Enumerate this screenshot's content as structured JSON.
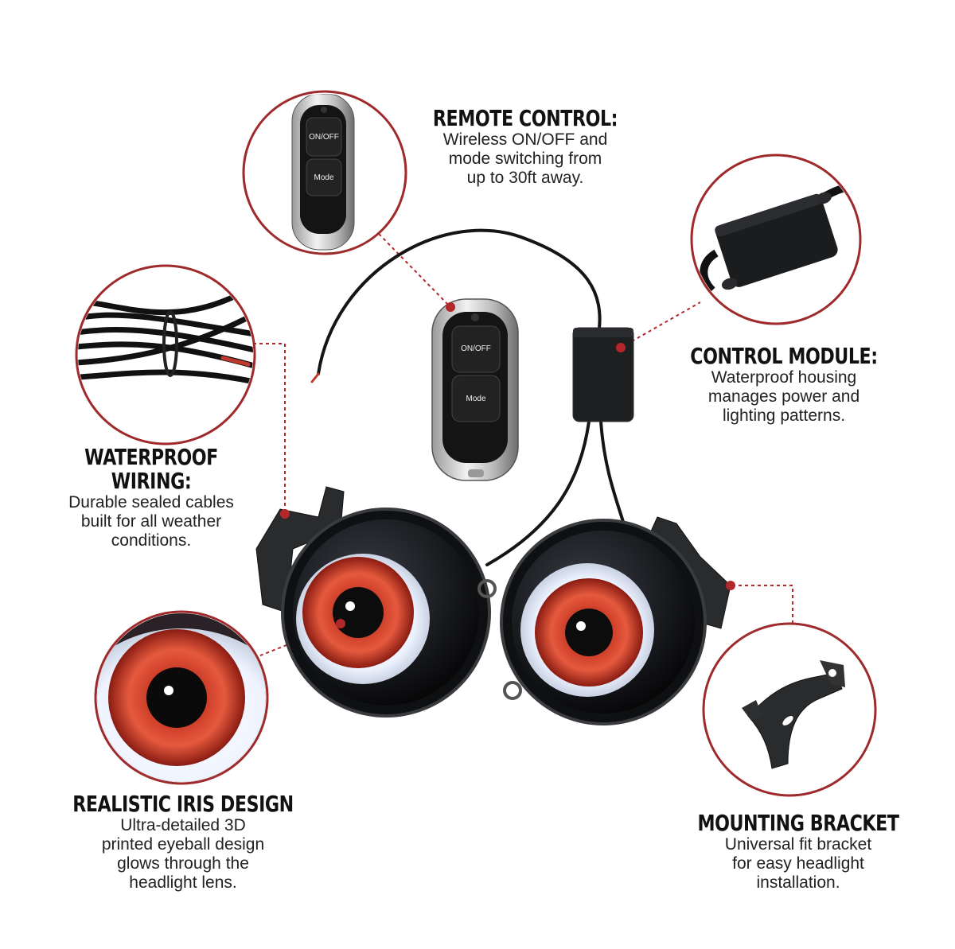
{
  "features": {
    "remote": {
      "title": "REMOTE CONTROL:",
      "description": "Wireless ON/OFF and\nmode switching from\nup to 30ft away."
    },
    "module": {
      "title": "CONTROL MODULE:",
      "description": "Waterproof housing\nmanages power and\nlighting patterns."
    },
    "wiring": {
      "title": "WATERPROOF\nWIRING:",
      "description": "Durable sealed cables\nbuilt for all weather\nconditions."
    },
    "iris": {
      "title": "REALISTIC IRIS DESIGN",
      "description": "Ultra-detailed 3D\nprinted eyeball design\nglows through the\nheadlight lens."
    },
    "bracket": {
      "title": "MOUNTING BRACKET",
      "description": "Universal fit bracket\nfor easy headlight\ninstallation."
    }
  },
  "remote_buttons": {
    "on_off": "ON/OFF",
    "mode": "Mode"
  },
  "colors": {
    "accent_red": "#b3262a",
    "circle_border": "#9e2a2b",
    "iris_red": "#d23a2e",
    "dark_housing": "#1d1d1f"
  },
  "icons": [
    "remote-control-icon",
    "control-module-icon",
    "wiring-bundle-icon",
    "iris-closeup-icon",
    "mounting-bracket-icon"
  ]
}
